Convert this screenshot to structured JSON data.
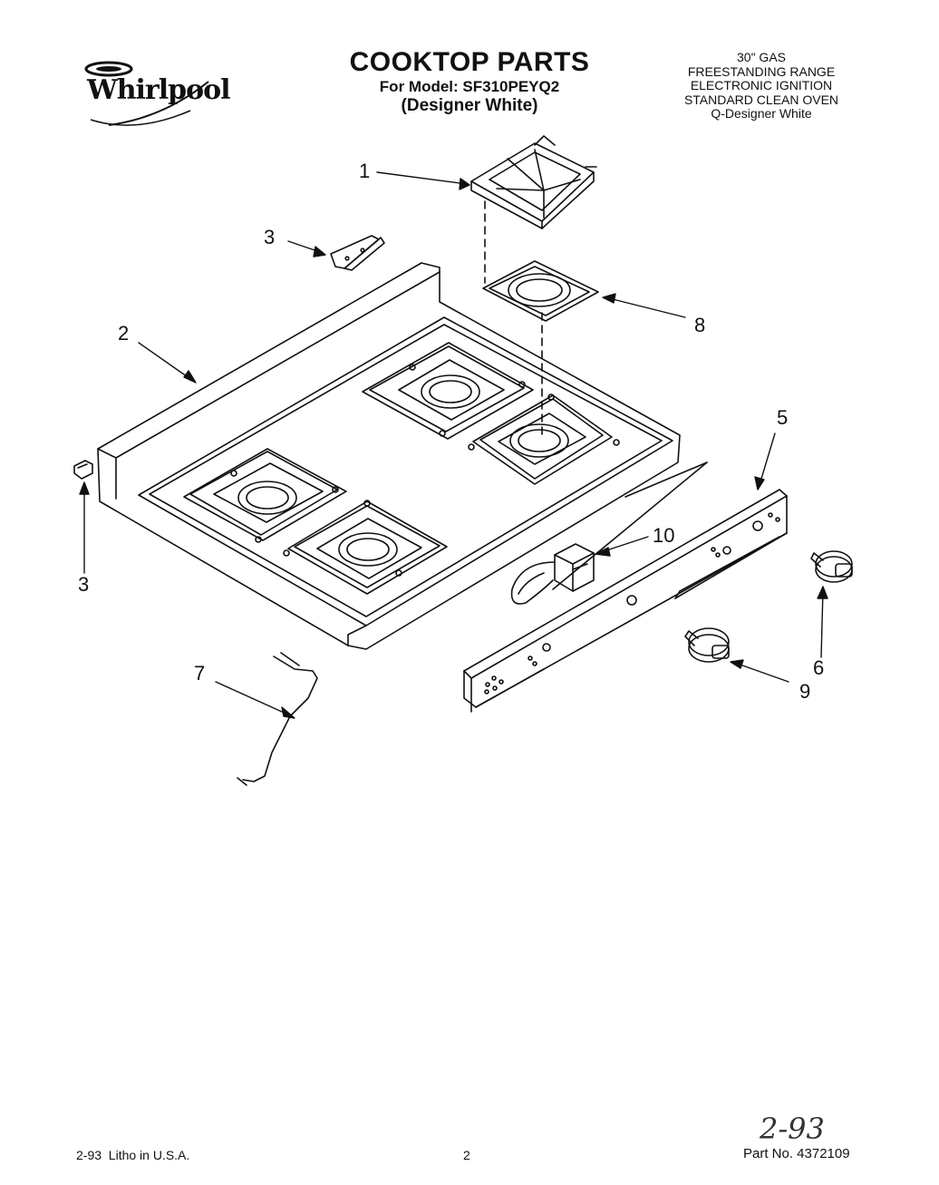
{
  "header": {
    "brand": "Whirlpool",
    "title": "COOKTOP PARTS",
    "model": "For Model: SF310PEYQ2",
    "variant": "(Designer White)"
  },
  "spec": [
    "30\" GAS",
    "FREESTANDING RANGE",
    "ELECTRONIC IGNITION",
    "STANDARD CLEAN OVEN",
    "Q-Designer White"
  ],
  "callouts": {
    "grate": "1",
    "cooktop": "2",
    "hinge_top": "3",
    "hinge_left": "3",
    "manifold_panel": "5",
    "knob_right": "6",
    "support_rod": "7",
    "burner_bowl": "8",
    "knob_center": "9",
    "switch": "10"
  },
  "footer": {
    "left": "2-93  Litho in U.S.A.",
    "page": "2",
    "handwritten": "2-93",
    "part_no": "Part No. 4372109"
  }
}
